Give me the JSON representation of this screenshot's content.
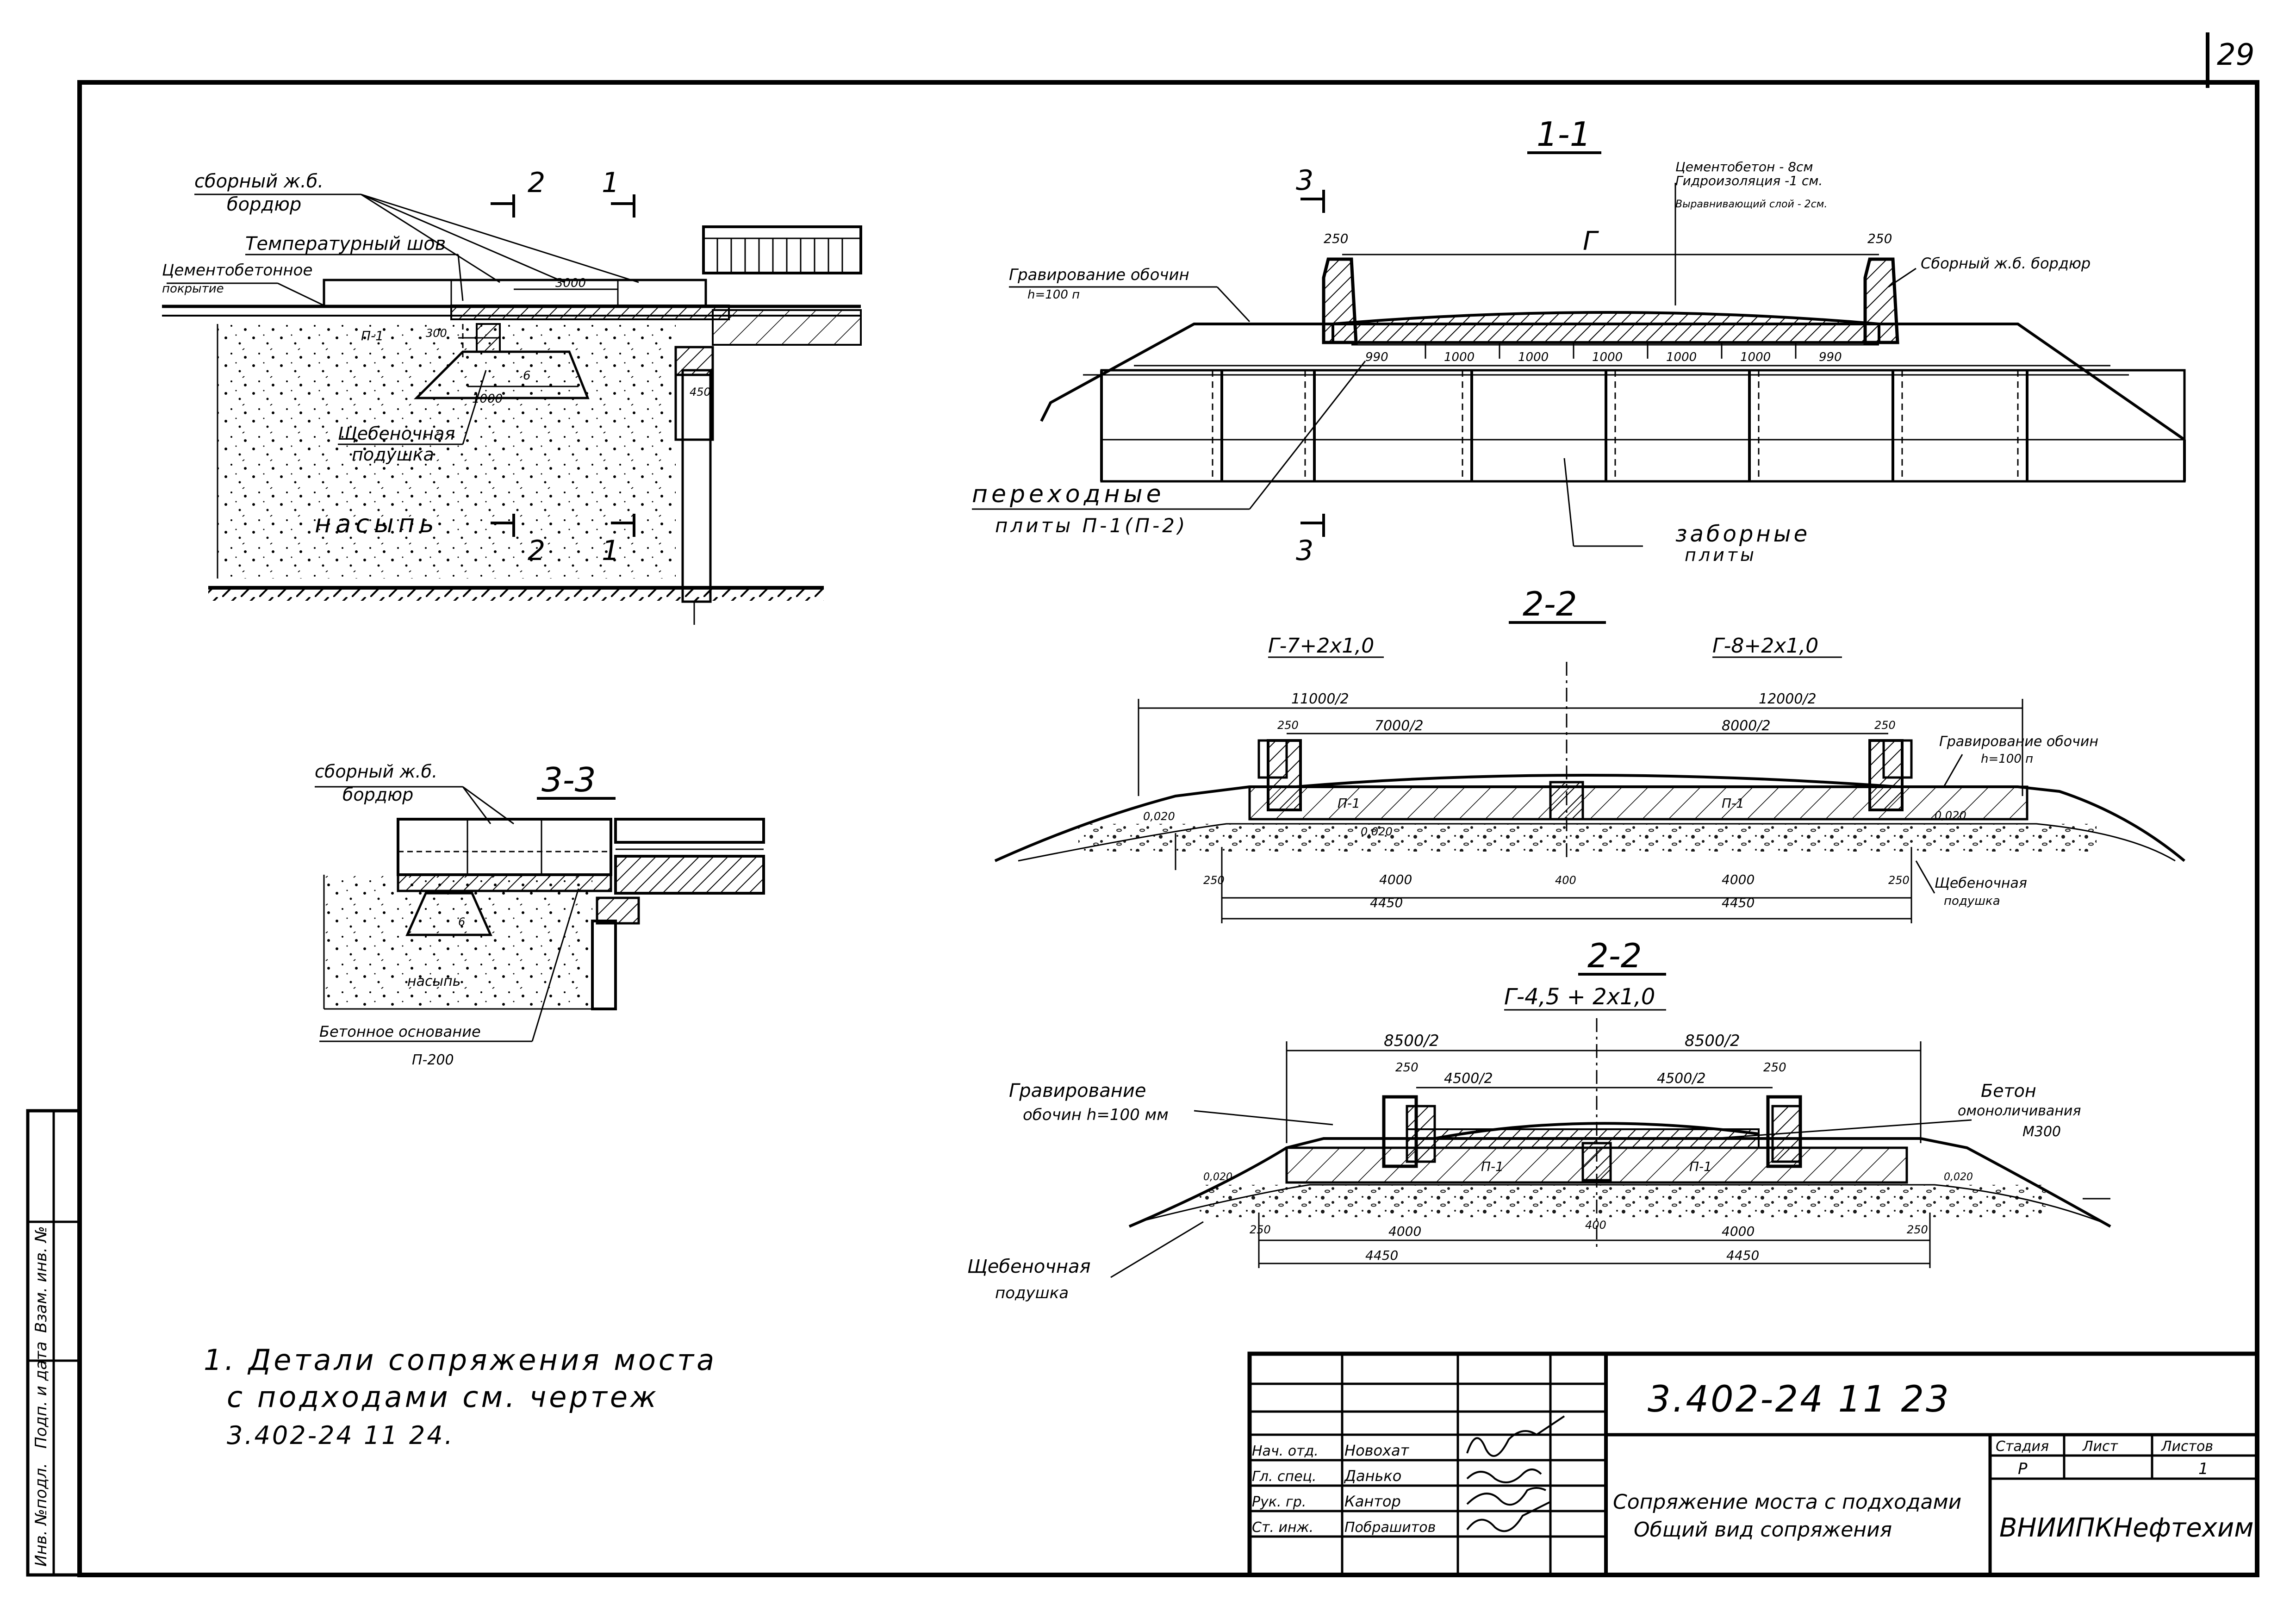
{
  "sheet": {
    "page_number": "29",
    "frame_color": "#000000",
    "paper_color": "#ffffff"
  },
  "left_elevation": {
    "label_kerb": "сборный ж.б.",
    "label_kerb2": "бордюр",
    "label_temp_joint": "Температурный шов",
    "label_cement": "Цементобетонное",
    "label_cement2": "покрытие",
    "label_gravel": "Щебеночная",
    "label_gravel2": "подушка",
    "label_fill": "насыпь",
    "section_2": "2",
    "section_1": "1",
    "dim_3000": "3000",
    "dim_300": "300",
    "dim_1000": "1000",
    "dim_450": "450",
    "mark_p1": "П-1",
    "mark_6": "6"
  },
  "section_1_1": {
    "title": "1-1",
    "callout_3": "3",
    "dim_250_l": "250",
    "dim_250_r": "250",
    "dim_G": "Г",
    "note_line1": "Цементобетон - 8см",
    "note_line2": "Гидроизоляция -1 см.",
    "note_line3": "Выравнивающий слой - 2см.",
    "label_shoulder": "Гравирование обочин",
    "label_shoulder_h": "h=100 п",
    "label_kerb": "Сборный ж.б. бордюр",
    "dims": [
      "990",
      "1000",
      "1000",
      "1000",
      "1000",
      "1000",
      "990"
    ],
    "label_transition": "переходные",
    "label_transition2": "плиты П-1(П-2)",
    "label_fence": "заборные",
    "label_fence2": "плиты"
  },
  "section_2_2_a": {
    "title": "2-2",
    "left_variant": "Г-7+2х1,0",
    "right_variant": "Г-8+2х1,0",
    "dim_11000": "11000/2",
    "dim_12000": "12000/2",
    "dim_7000": "7000/2",
    "dim_8000": "8000/2",
    "dim_250_l": "250",
    "dim_250_r": "250",
    "mark_p1_l": "П-1",
    "mark_p1_r": "П-1",
    "slope_l": "0,020",
    "slope_r": "0,020",
    "slope_c": "0,020",
    "dim_4000_l": "4000",
    "dim_400": "400",
    "dim_4000_r": "4000",
    "dim_250_b": "250",
    "dim_250_br": "250",
    "dim_4450_l": "4450",
    "dim_4450_r": "4450",
    "label_shoulder": "Гравирование обочин",
    "label_shoulder_h": "h=100 п",
    "label_gravel": "Щебеночная",
    "label_gravel2": "подушка"
  },
  "section_2_2_b": {
    "title": "2-2",
    "variant": "Г-4,5 + 2х1,0",
    "dim_8500_l": "8500/2",
    "dim_8500_r": "8500/2",
    "dim_4500_l": "4500/2",
    "dim_4500_r": "4500/2",
    "dim_250_l": "250",
    "dim_250_r": "250",
    "mark_p1_l": "П-1",
    "mark_p1_r": "П-1",
    "dim_4000_l": "4000",
    "dim_400": "400",
    "dim_4000_r": "4000",
    "dim_250_bl": "250",
    "dim_250_br": "250",
    "dim_4450_l": "4450",
    "dim_4450_r": "4450",
    "label_shoulder": "Гравирование",
    "label_shoulder2": "обочин h=100 мм",
    "label_concrete": "Бетон",
    "label_concrete2": "омоноличивания",
    "label_concrete3": "М300",
    "label_gravel": "Щебеночная",
    "label_gravel2": "подушка",
    "slope": "0,020"
  },
  "section_3_3": {
    "title": "3-3",
    "label_kerb": "сборный ж.б.",
    "label_kerb2": "бордюр",
    "label_fill": "насыпь",
    "label_base": "Бетонное основание",
    "label_base2": "П-200",
    "mark_6": "6"
  },
  "notes": {
    "line1": "1. Детали сопряжения моста",
    "line2": "с подходами см. чертеж",
    "line3": "3.402-24  11 24."
  },
  "side_stamp": {
    "cell1": "Инв. №подл.",
    "cell2": "Подп. и дата",
    "cell3": "Взам. инв. №"
  },
  "title_block": {
    "code": "3.402-24    11   23",
    "title_line1": "Сопряжение моста с подходами",
    "title_line2": "Общий вид сопряжения",
    "org": "ВНИИПКНефтехим",
    "stage_label": "Стадия",
    "sheet_label": "Лист",
    "sheets_label": "Листов",
    "stage_value": "Р",
    "sheets_value": "1",
    "roles": [
      {
        "role": "Нач. отд.",
        "name": "Новохат"
      },
      {
        "role": "Гл. спец.",
        "name": "Данько"
      },
      {
        "role": "Рук. гр.",
        "name": "Кантор"
      },
      {
        "role": "Ст. инж.",
        "name": "Побрашитов"
      }
    ]
  }
}
